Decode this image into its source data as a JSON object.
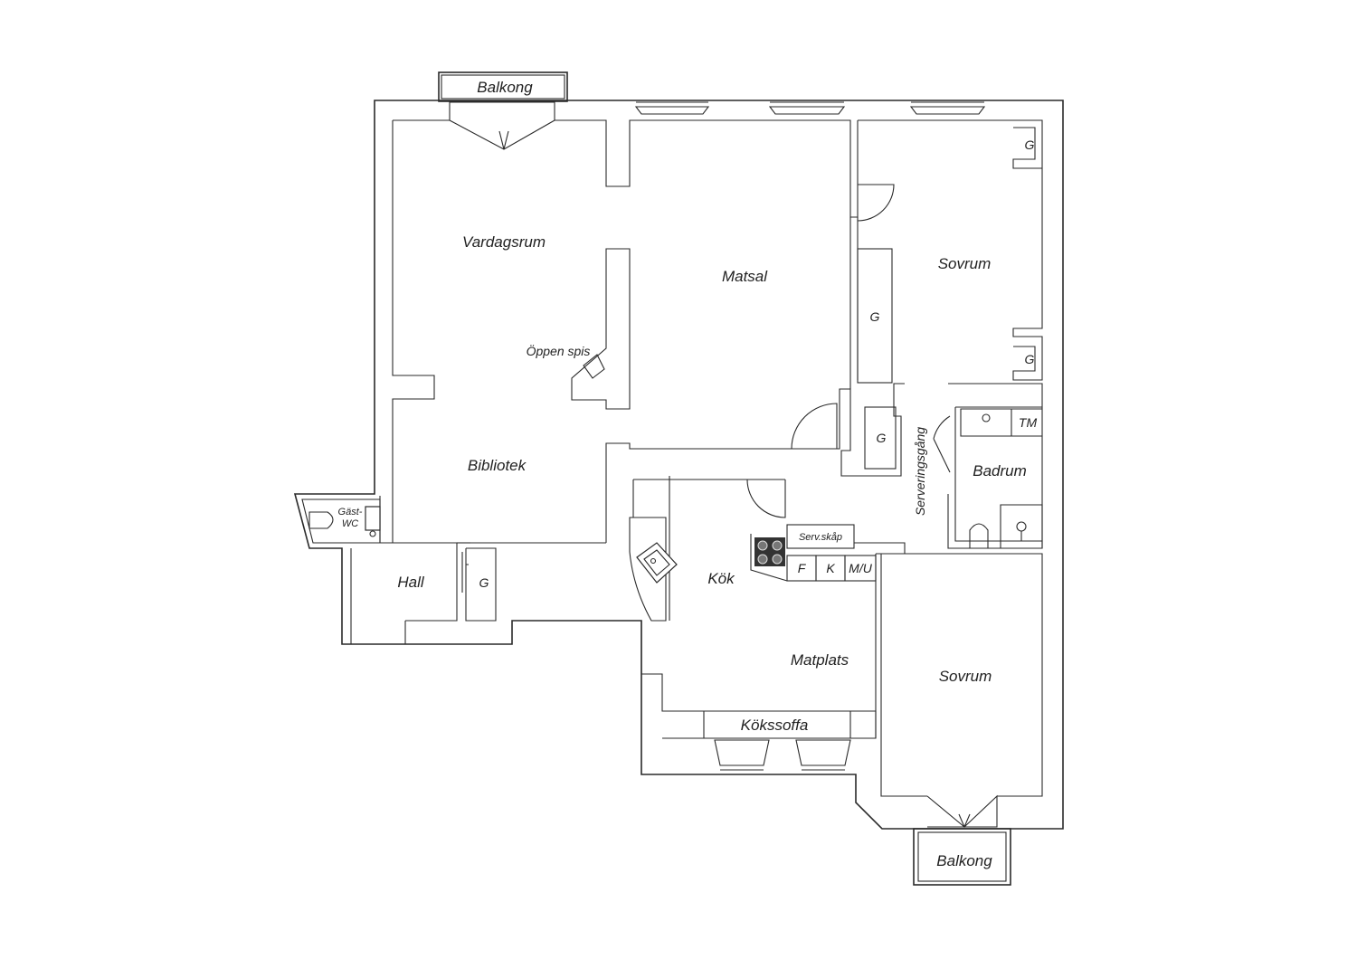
{
  "labels": {
    "balcony_top": "Balkong",
    "balcony_bottom": "Balkong",
    "living_room": "Vardagsrum",
    "dining_room": "Matsal",
    "fireplace": "Öppen spis",
    "library": "Bibliotek",
    "bedroom_top": "Sovrum",
    "bedroom_bottom": "Sovrum",
    "guest_wc_line1": "Gäst-",
    "guest_wc_line2": "WC",
    "hall": "Hall",
    "kitchen": "Kök",
    "dining_area": "Matplats",
    "kitchen_sofa": "Kökssoffa",
    "serving_cabinet": "Serv.skåp",
    "fridge": "F",
    "freezer": "K",
    "dishwasher": "M/U",
    "bathroom": "Badrum",
    "dryer": "TM",
    "serving_corridor": "Serveringsgång",
    "wardrobe_bedroom_1": "G",
    "wardrobe_bedroom_2": "G",
    "wardrobe_dining": "G",
    "wardrobe_corridor": "G",
    "wardrobe_hall": "G"
  }
}
